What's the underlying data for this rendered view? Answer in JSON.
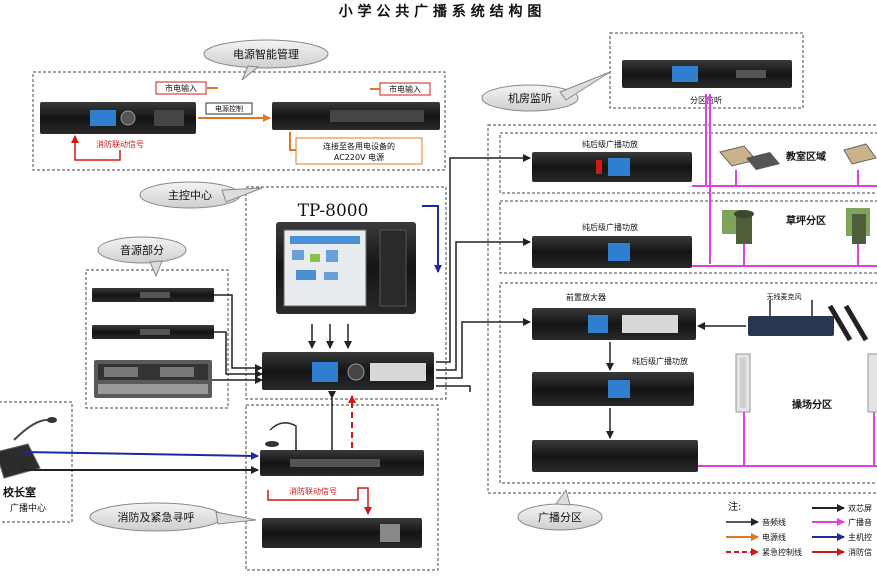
{
  "title": "小 学 公 共 广 播 系 统 结 构 图",
  "sections": {
    "power_management": "电源智能管理",
    "machine_room_monitor": "机房监听",
    "main_control_center": "主控中心",
    "audio_source": "音源部分",
    "fire_emergency": "消防及紧急寻呼",
    "broadcast_zones": "广播分区",
    "principal_office": "校长室",
    "principal_office_sub": "广播中心"
  },
  "labels": {
    "mains_input_1": "市电输入",
    "mains_input_2": "市电输入",
    "power_control": "电源控制",
    "fire_signal_1": "消防联动信号",
    "fire_signal_2": "消防联动信号",
    "ac_output_1": "连接至各用电设备的",
    "ac_output_2": "AC220V 电源",
    "zone_monitor": "分区监听",
    "amp_1": "纯后级广播功放",
    "amp_2": "纯后级广播功放",
    "amp_3": "纯后级广播功放",
    "preamp": "前置放大器",
    "classroom_zone": "教室区域",
    "lawn_zone": "草坪分区",
    "playground_zone": "操场分区",
    "wireless_mic": "无线麦克风",
    "main_model": "TP-8000"
  },
  "legend": {
    "title": "注:",
    "items": [
      {
        "label": "音频线",
        "color": "#222222",
        "style": "solid"
      },
      {
        "label": "电源线",
        "color": "#e07820",
        "style": "solid"
      },
      {
        "label": "紧急控制线",
        "color": "#d01818",
        "style": "dashed"
      },
      {
        "label": "双芯屏",
        "color": "#222222",
        "style": "solid"
      },
      {
        "label": "广播音",
        "color": "#e040e0",
        "style": "solid"
      },
      {
        "label": "主机控",
        "color": "#1a2aa0",
        "style": "solid"
      },
      {
        "label": "消防信",
        "color": "#d01818",
        "style": "solid"
      }
    ]
  },
  "colors": {
    "audio": "#222222",
    "power": "#e07820",
    "broadcast": "#e040e0",
    "control": "#1a2aa0",
    "fire": "#d01818",
    "device": "#1c1c1c",
    "screen": "#2f7fd0"
  }
}
